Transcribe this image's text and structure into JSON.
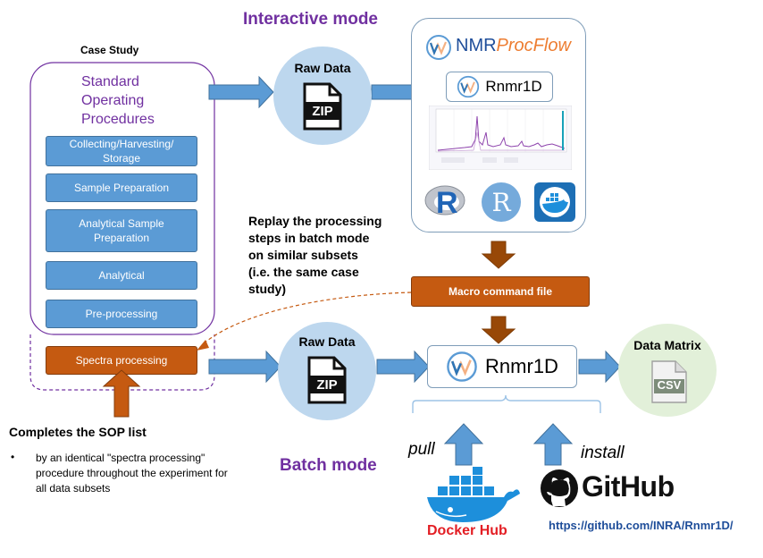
{
  "interactive_mode": "Interactive mode",
  "batch_mode": "Batch mode",
  "case_study": "Case Study",
  "sop_title": [
    "Standard",
    "Operating",
    "Procedures"
  ],
  "sop_items": [
    "Collecting/Harvesting/ Storage",
    "Sample Preparation",
    "Analytical Sample Preparation",
    "Analytical",
    "Pre-processing"
  ],
  "spectra_processing": "Spectra processing",
  "raw_data": "Raw Data",
  "zip_label": "ZIP",
  "nmrprocflow": {
    "nmr": "NMR",
    "procflow": "ProcFlow"
  },
  "rnmr1d": "Rnmr1D",
  "r_logo": "R",
  "replay_text": [
    "Replay the processing",
    "steps in batch mode",
    "on similar subsets",
    "(i.e. the same case",
    "study)"
  ],
  "macro_file": "Macro command file",
  "data_matrix": "Data Matrix",
  "csv_label": "CSV",
  "completes_title": "Completes the SOP list",
  "completes_bullet": "by an identical \"spectra processing\" procedure throughout the experiment for all data subsets",
  "bullet_char": "•",
  "pull": "pull",
  "install": "install",
  "docker_hub": "Docker Hub",
  "github": "GitHub",
  "github_url": "https://github.com/INRA/Rnmr1D/",
  "colors": {
    "purple": "#7030a0",
    "blue_box": "#5b9bd5",
    "orange": "#c55a11",
    "docker_blue": "#1d8fdb",
    "docker_hub_red": "#e31e24",
    "url_blue": "#1f4e9a"
  }
}
